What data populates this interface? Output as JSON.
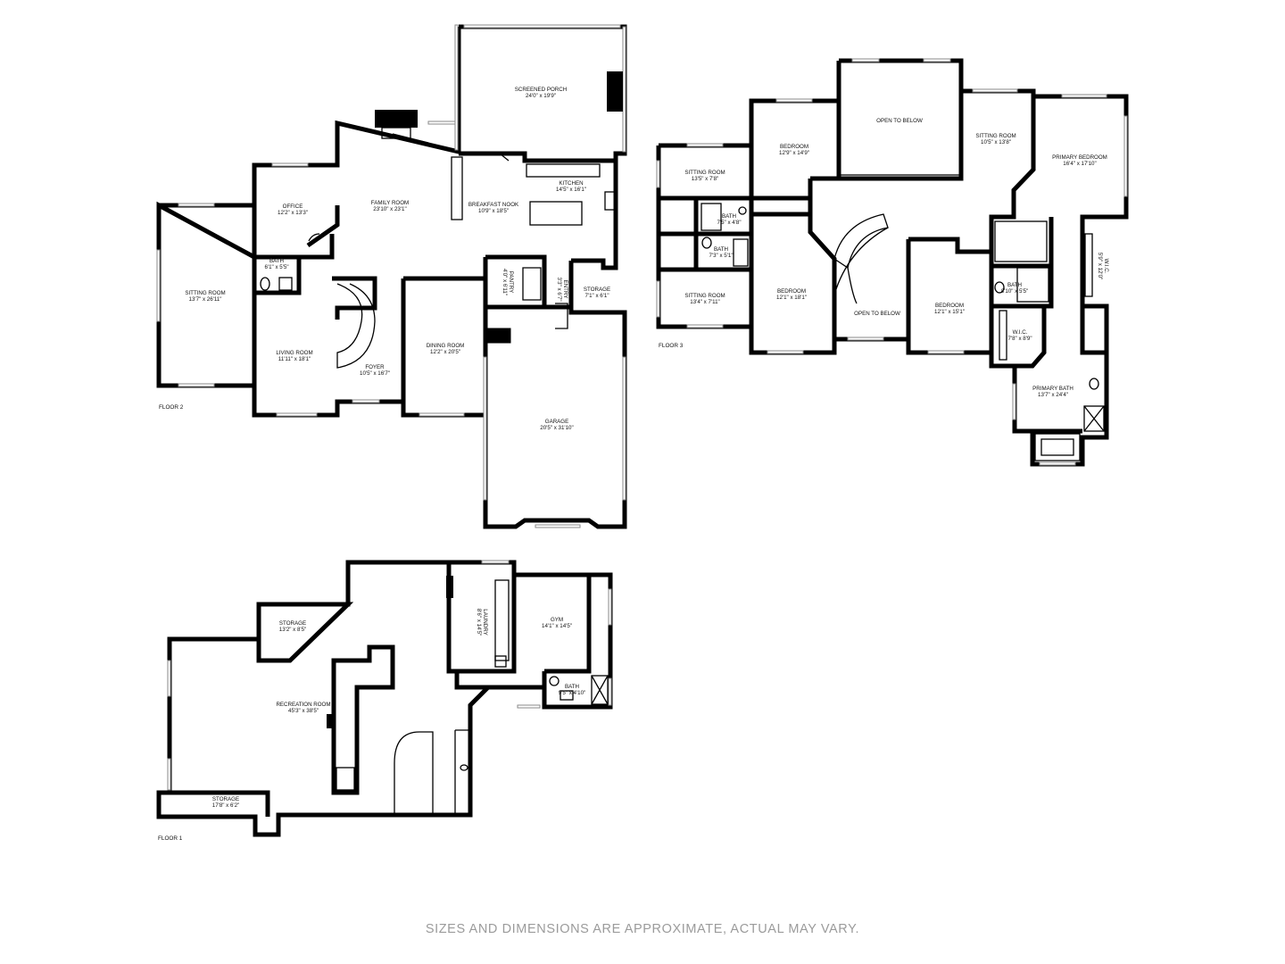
{
  "disclaimer": "SIZES AND DIMENSIONS ARE APPROXIMATE, ACTUAL MAY VARY.",
  "floors": {
    "floor2": {
      "label": "FLOOR 2",
      "rooms": {
        "screened_porch": {
          "name": "SCREENED PORCH",
          "dim": "24'0\" x 19'9\""
        },
        "family_room": {
          "name": "FAMILY ROOM",
          "dim": "23'10\" x 23'1\""
        },
        "office": {
          "name": "OFFICE",
          "dim": "12'2\" x 13'3\""
        },
        "breakfast_nook": {
          "name": "BREAKFAST NOOK",
          "dim": "10'9\" x 18'5\""
        },
        "kitchen": {
          "name": "KITCHEN",
          "dim": "14'5\" x 16'1\""
        },
        "sitting_room": {
          "name": "SITTING ROOM",
          "dim": "13'7\" x 26'11\""
        },
        "bath": {
          "name": "BATH",
          "dim": "6'1\" x 5'5\""
        },
        "living_room": {
          "name": "LIVING ROOM",
          "dim": "11'11\" x 18'1\""
        },
        "foyer": {
          "name": "FOYER",
          "dim": "10'5\" x 16'7\""
        },
        "dining_room": {
          "name": "DINING ROOM",
          "dim": "12'2\" x 20'5\""
        },
        "pantry": {
          "name": "PANTRY",
          "dim": "4'0\" x 6'11\""
        },
        "entry": {
          "name": "ENTRY",
          "dim": "3'3\" x 6'7\""
        },
        "storage": {
          "name": "STORAGE",
          "dim": "7'1\" x 6'1\""
        },
        "garage": {
          "name": "GARAGE",
          "dim": "20'5\" x 31'10\""
        }
      }
    },
    "floor3": {
      "label": "FLOOR 3",
      "rooms": {
        "open_to_below_top": {
          "name": "OPEN TO BELOW"
        },
        "bedroom_top": {
          "name": "BEDROOM",
          "dim": "12'9\" x 14'9\""
        },
        "sitting_room_top": {
          "name": "SITTING ROOM",
          "dim": "13'5\" x 7'8\""
        },
        "bath_a": {
          "name": "BATH",
          "dim": "7'5\" x 4'8\""
        },
        "bath_b": {
          "name": "BATH",
          "dim": "7'3\" x 5'1\""
        },
        "sitting_room_bottom": {
          "name": "SITTING ROOM",
          "dim": "13'4\" x 7'11\""
        },
        "bedroom_mid": {
          "name": "BEDROOM",
          "dim": "12'1\" x 18'1\""
        },
        "open_to_below_mid": {
          "name": "OPEN TO BELOW"
        },
        "bedroom_right": {
          "name": "BEDROOM",
          "dim": "12'1\" x 15'1\""
        },
        "sitting_room_right": {
          "name": "SITTING ROOM",
          "dim": "10'5\" x 13'8\""
        },
        "primary_bedroom": {
          "name": "PRIMARY BEDROOM",
          "dim": "16'4\" x 17'10\""
        },
        "wic_top": {
          "name": "W.I.C.",
          "dim": "5'9\" x 12'0\""
        },
        "bath_c": {
          "name": "BATH",
          "dim": "8'10\" x 5'5\""
        },
        "wic_mid": {
          "name": "W.I.C.",
          "dim": "7'8\" x 8'9\""
        },
        "primary_bath": {
          "name": "PRIMARY BATH",
          "dim": "13'7\" x 24'4\""
        }
      }
    },
    "floor1": {
      "label": "FLOOR 1",
      "rooms": {
        "storage_top": {
          "name": "STORAGE",
          "dim": "13'2\" x 8'5\""
        },
        "recreation_room": {
          "name": "RECREATION ROOM",
          "dim": "45'3\" x 38'5\""
        },
        "laundry": {
          "name": "LAUNDRY",
          "dim": "8'6\" x 14'5\""
        },
        "gym": {
          "name": "GYM",
          "dim": "14'1\" x 14'5\""
        },
        "bath": {
          "name": "BATH",
          "dim": "9'5\" x 4'10\""
        },
        "storage_bottom": {
          "name": "STORAGE",
          "dim": "17'8\" x 6'2\""
        }
      }
    }
  }
}
